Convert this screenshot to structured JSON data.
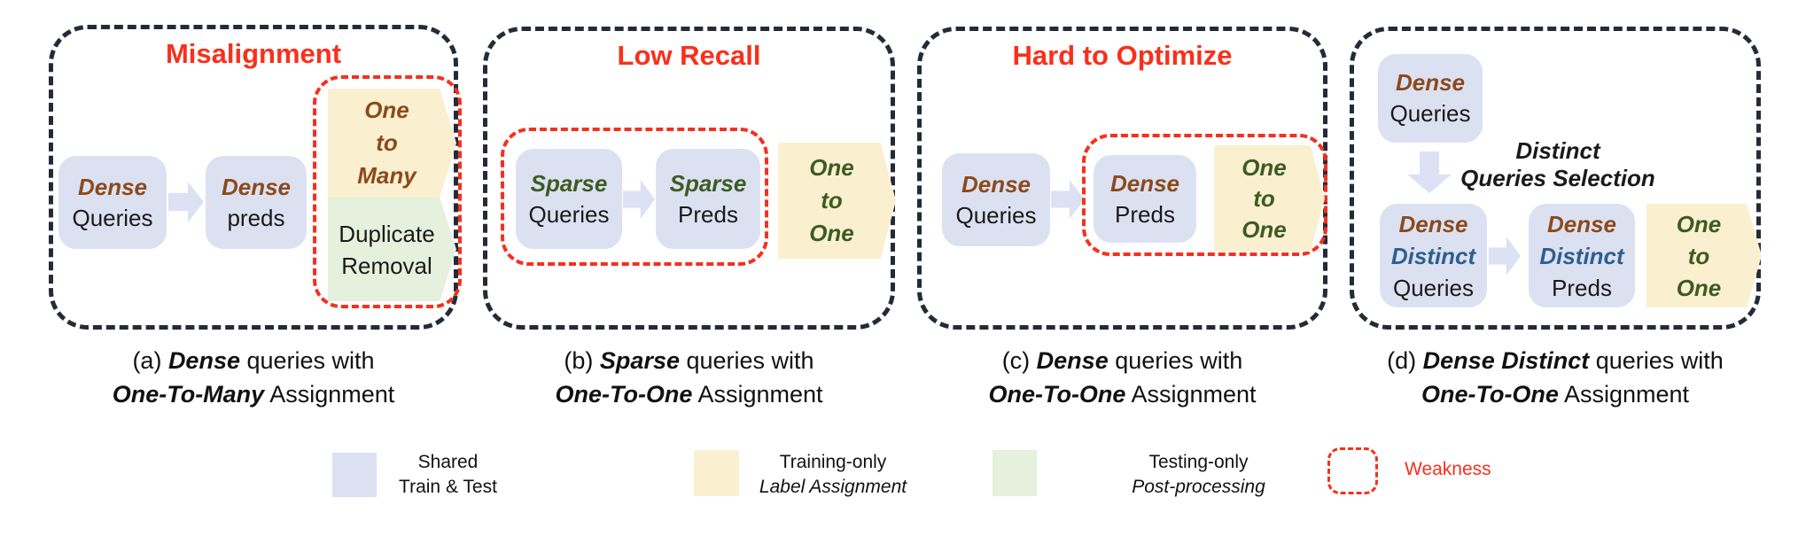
{
  "figure": {
    "panels": {
      "a": {
        "title": "Misalignment",
        "box1": {
          "emph": "Dense",
          "label": "Queries"
        },
        "box2": {
          "emph": "Dense",
          "label": "preds"
        },
        "assignment": "One\nto\nMany",
        "postprocess": "Duplicate\nRemoval",
        "caption": {
          "prefix": "(a) ",
          "emph1": "Dense",
          "mid": " queries with",
          "emph2": "One-To-Many",
          "suffix": " Assignment"
        }
      },
      "b": {
        "title": "Low Recall",
        "box1": {
          "emph": "Sparse",
          "label": "Queries"
        },
        "box2": {
          "emph": "Sparse",
          "label": "Preds"
        },
        "assignment": "One\nto\nOne",
        "caption": {
          "prefix": "(b) ",
          "emph1": "Sparse",
          "mid": " queries with",
          "emph2": "One-To-One",
          "suffix": " Assignment"
        }
      },
      "c": {
        "title": "Hard to Optimize",
        "box1": {
          "emph": "Dense",
          "label": "Queries"
        },
        "box2": {
          "emph": "Dense",
          "label": "Preds"
        },
        "assignment": "One\nto\nOne",
        "caption": {
          "prefix": "(c) ",
          "emph1": "Dense",
          "mid": " queries with",
          "emph2": "One-To-One",
          "suffix": " Assignment"
        }
      },
      "d": {
        "box_top": {
          "emph": "Dense",
          "label": "Queries"
        },
        "selection_label": "Distinct\nQueries Selection",
        "box1": {
          "emph": "Dense",
          "emph2": "Distinct",
          "label": "Queries"
        },
        "box2": {
          "emph": "Dense",
          "emph2": "Distinct",
          "label": "Preds"
        },
        "assignment": "One\nto\nOne",
        "caption": {
          "prefix": "(d) ",
          "emph1": "Dense Distinct",
          "mid": " queries with",
          "emph2": "One-To-One",
          "suffix": " Assignment"
        }
      }
    },
    "legend": {
      "shared": {
        "line1": "Shared",
        "line2": "Train & Test"
      },
      "training": {
        "line1": "Training-only",
        "line2": "Label Assignment"
      },
      "testing": {
        "line1": "Testing-only",
        "line2": "Post-processing"
      },
      "weakness": {
        "label": "Weakness"
      }
    },
    "colors": {
      "shared_fill": "#DCE1F2",
      "assignment_fill": "#FAF0D0",
      "postprocess_fill": "#E5F0DD",
      "weakness_red": "#F5301E",
      "title_red": "#F8301B",
      "dense_brown": "#8C4A1B",
      "sparse_green": "#3E5B22",
      "distinct_blue": "#2E5F8F",
      "panel_border": "#242B38",
      "arrow_fill": "#DCE2F4"
    }
  }
}
